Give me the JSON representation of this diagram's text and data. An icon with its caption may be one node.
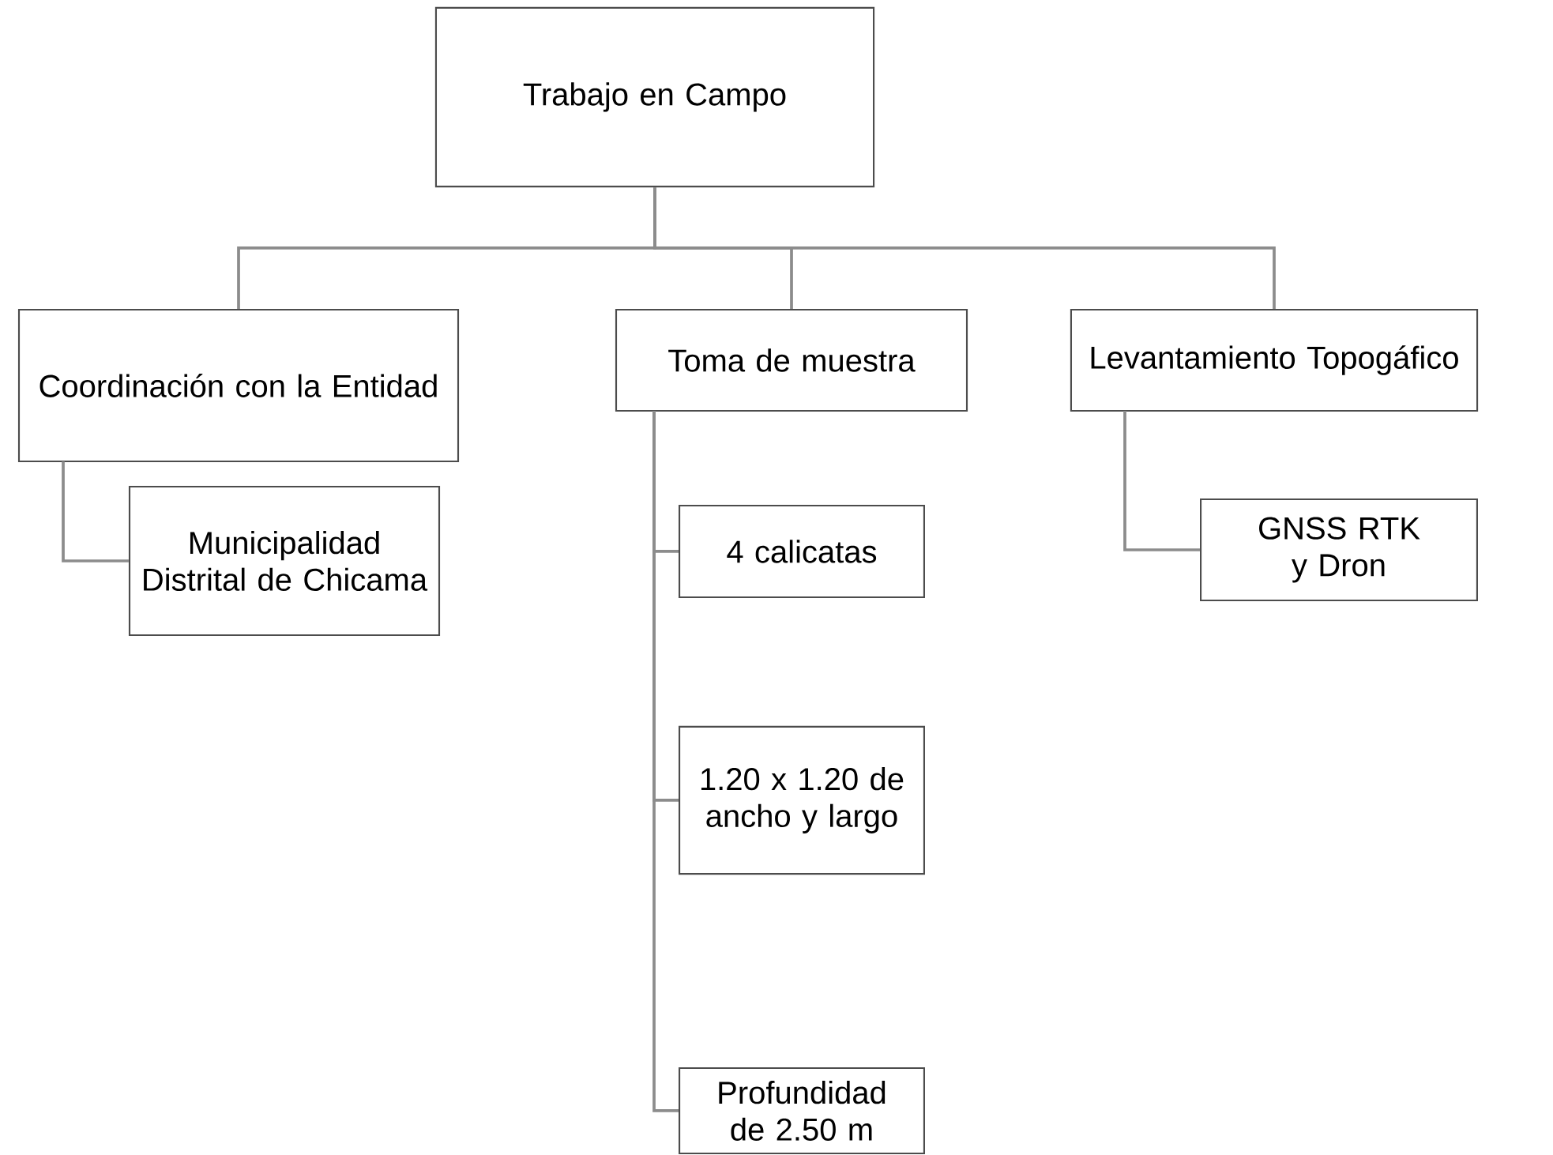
{
  "diagram": {
    "nodes": [
      {
        "text": [
          "Trabajo en Campo"
        ]
      },
      {
        "text": [
          "Coordinación con la Entidad"
        ]
      },
      {
        "text": [
          "Toma de muestra"
        ]
      },
      {
        "text": [
          "Levantamiento Topogáfico"
        ]
      },
      {
        "text": [
          "Municipalidad Distrital de Chicama"
        ]
      },
      {
        "text": [
          "4 calicatas"
        ]
      },
      {
        "text": [
          "1.20 x 1.20 de ancho y largo"
        ]
      },
      {
        "text": [
          "Profundidad de 2.50 m"
        ]
      },
      {
        "text": [
          "GNSS RTK y Dron"
        ]
      }
    ],
    "edges": [
      {
        "from": 0,
        "to": 1,
        "arrow": "none"
      },
      {
        "from": 0,
        "to": 2,
        "arrow": "none"
      },
      {
        "from": 0,
        "to": 3,
        "arrow": "none"
      },
      {
        "from": 1,
        "to": 4,
        "arrow": "none"
      },
      {
        "from": 2,
        "to": 5,
        "arrow": "none"
      },
      {
        "from": 2,
        "to": 6,
        "arrow": "none"
      },
      {
        "from": 2,
        "to": 7,
        "arrow": "none"
      },
      {
        "from": 3,
        "to": 8,
        "arrow": "none"
      }
    ]
  }
}
